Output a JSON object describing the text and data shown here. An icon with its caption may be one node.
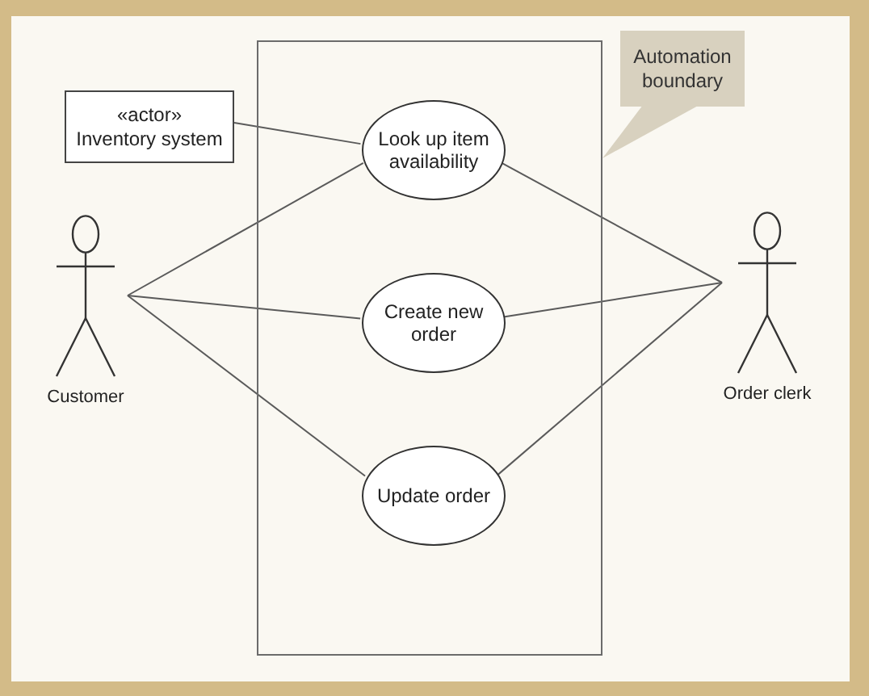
{
  "diagram": {
    "nodes": [
      {
        "text": [
          "«actor»",
          "Inventory system"
        ]
      },
      {
        "text": [],
        "shape": "box"
      },
      {
        "text": [
          "Look up item availability"
        ],
        "in": 1
      },
      {
        "text": [
          "Create new order"
        ],
        "in": 1
      },
      {
        "text": [
          "Update order"
        ],
        "in": 1
      },
      {
        "text": [
          "Automation boundary"
        ]
      },
      {
        "text": [
          "Customer"
        ]
      },
      {
        "text": [
          "Order clerk"
        ]
      }
    ],
    "edges": [
      {
        "from": 0,
        "to": 2,
        "arrow": "none"
      },
      {
        "from": 6,
        "to": 2,
        "arrow": "none"
      },
      {
        "from": 6,
        "to": 3,
        "arrow": "none"
      },
      {
        "from": 6,
        "to": 4,
        "arrow": "none"
      },
      {
        "from": 7,
        "to": 2,
        "arrow": "none"
      },
      {
        "from": 7,
        "to": 3,
        "arrow": "none"
      },
      {
        "from": 7,
        "to": 4,
        "arrow": "none"
      },
      {
        "from": 5,
        "to": 1,
        "arrow": "none"
      }
    ]
  }
}
